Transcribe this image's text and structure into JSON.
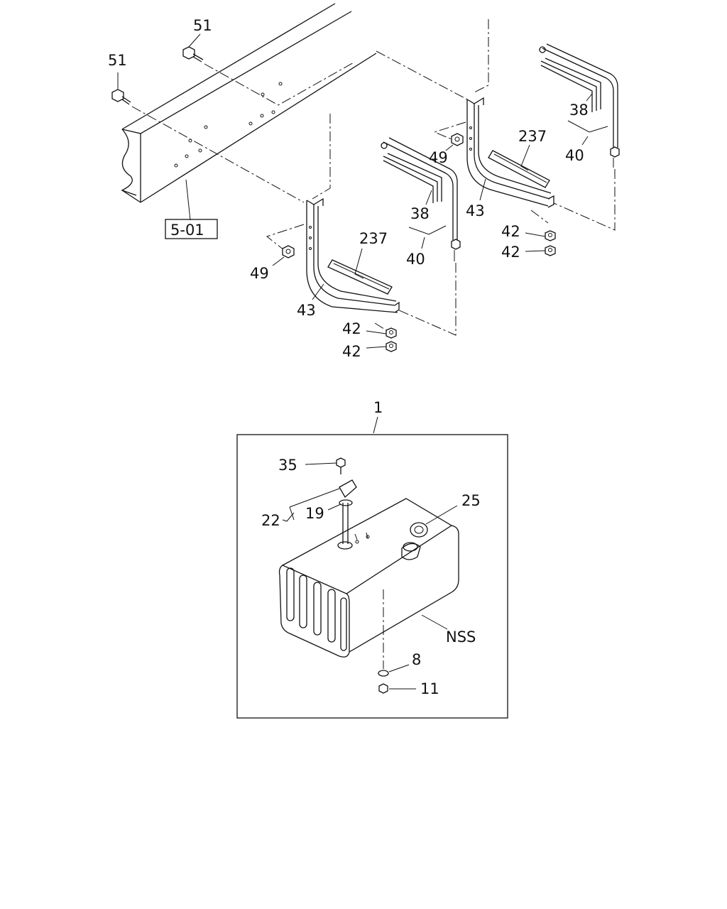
{
  "callouts": {
    "ref_box": "5-01",
    "bolt_left": "51",
    "bolt_right": "51",
    "nut_left": "49",
    "nut_right": "49",
    "strap_left": "38",
    "strap_right": "38",
    "strap_assy_left": "40",
    "strap_assy_right": "40",
    "pad_left": "237",
    "pad_right": "237",
    "bracket_left": "43",
    "bracket_right": "43",
    "locknut_left_a": "42",
    "locknut_left_b": "42",
    "locknut_right_a": "42",
    "locknut_right_b": "42",
    "tank_assy": "1",
    "screw": "35",
    "gauge_unit": "22",
    "gasket": "19",
    "filler_cap": "25",
    "tank_body": "NSS",
    "washer": "8",
    "drain_plug": "11"
  }
}
